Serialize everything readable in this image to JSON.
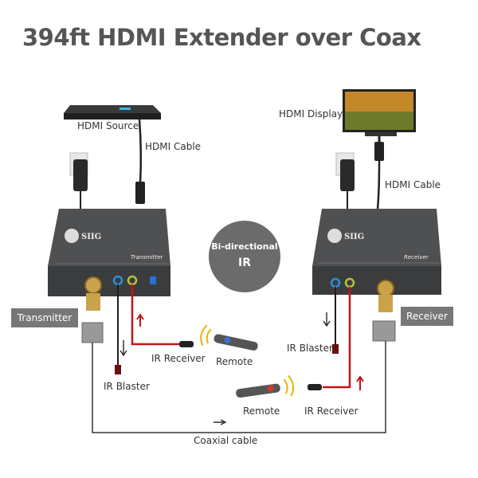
{
  "title": "394ft HDMI Extender over Coax",
  "labels": {
    "hdmi_source": "HDMI Source",
    "hdmi_cable_tx": "HDMI Cable",
    "hdmi_display": "HDMI Display",
    "hdmi_cable_rx": "HDMI Cable",
    "transmitter": "Transmitter",
    "receiver": "Receiver",
    "ir_receiver_tx": "IR Receiver",
    "remote_tx": "Remote",
    "ir_blaster_tx": "IR Blaster",
    "ir_blaster_rx": "IR Blaster",
    "remote_rx": "Remote",
    "ir_receiver_rx": "IR Receiver",
    "coaxial_cable": "Coaxial cable"
  },
  "badge": {
    "line1": "Bi-directional",
    "line2": "IR"
  },
  "devices": {
    "brand": "SIIG",
    "tx_name": "Transmitter",
    "rx_name": "Receiver"
  },
  "colors": {
    "device": "#4a4b4d",
    "ir_cable": "#c0151a",
    "tag_bg": "#777777",
    "badge_bg": "#6b6b6b"
  }
}
